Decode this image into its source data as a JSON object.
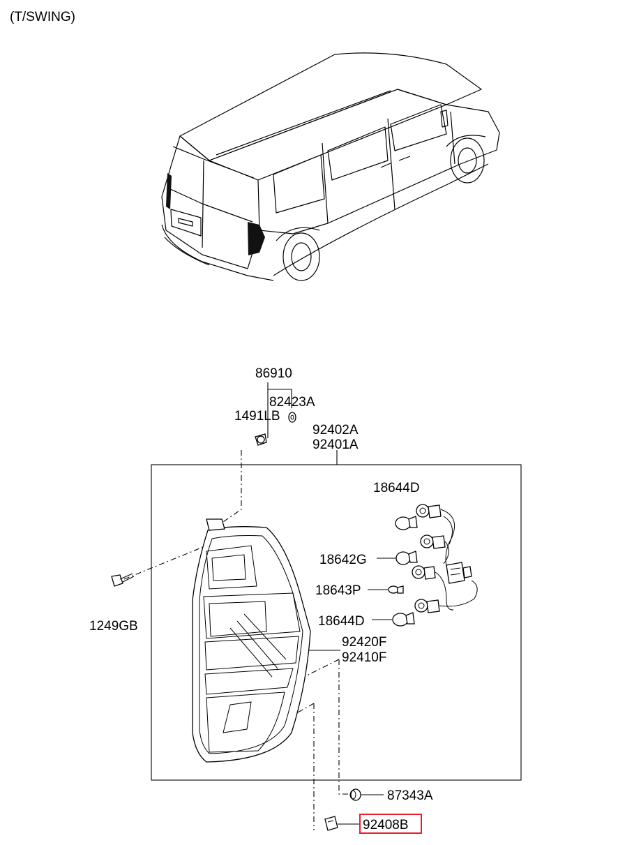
{
  "header": {
    "title": "(T/SWING)"
  },
  "parts": {
    "p86910": "86910",
    "p82423A": "82423A",
    "p1491LB": "1491LB",
    "p92402A": "92402A",
    "p92401A": "92401A",
    "p18644D_top": "18644D",
    "p18642G": "18642G",
    "p18643P": "18643P",
    "p18644D_bottom": "18644D",
    "p92420F": "92420F",
    "p92410F": "92410F",
    "p1249GB": "1249GB",
    "p87343A": "87343A",
    "p92408B": "92408B"
  },
  "highlight": {
    "part": "92408B",
    "color": "#e8202a"
  }
}
